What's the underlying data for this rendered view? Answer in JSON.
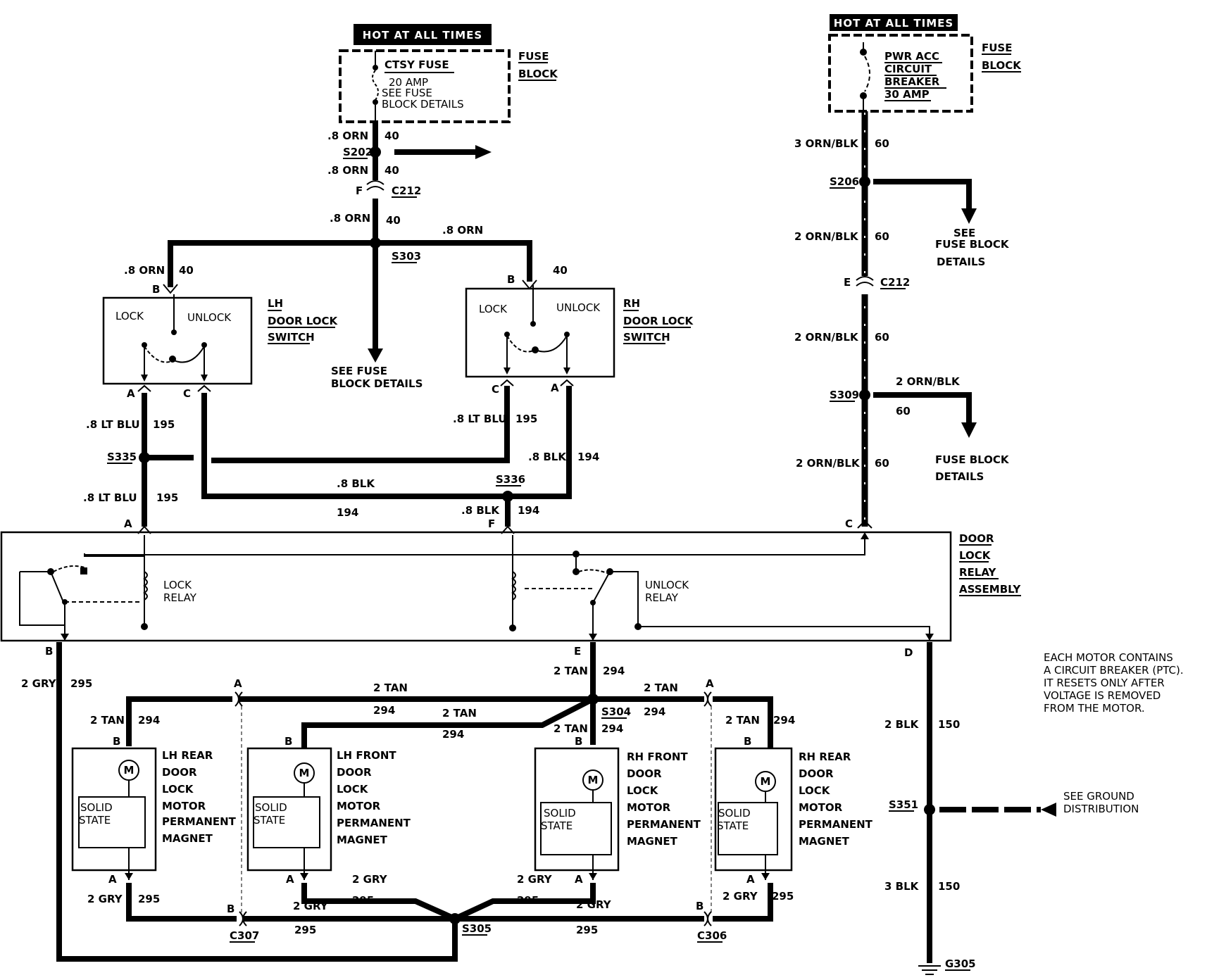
{
  "hot_left": "HOT AT ALL TIMES",
  "hot_right": "HOT AT ALL TIMES",
  "ctsy": {
    "name": "CTSY FUSE",
    "rating": "20 AMP",
    "see1": "SEE FUSE",
    "see2": "BLOCK DETAILS",
    "fuse_block_1": "FUSE",
    "fuse_block_2": "BLOCK"
  },
  "pwr": {
    "l1": "PWR ACC",
    "l2": "CIRCUIT",
    "l3": "BREAKER",
    "l4": "30 AMP",
    "fuse_block_1": "FUSE",
    "fuse_block_2": "BLOCK"
  },
  "top_wires": {
    "w1": ".8 ORN",
    "n1": "40",
    "s202": "S202",
    "w2": ".8 ORN",
    "n2": "40",
    "f": "F",
    "c212": "C212",
    "w3": ".8 ORN",
    "n3": "40",
    "s303": "S303",
    "w4": ".8 ORN",
    "w5": ".8 ORN",
    "n5": "40",
    "b_lh": "B",
    "b_rh": "B",
    "n6": "40",
    "see_fuse_1": "SEE FUSE",
    "see_fuse_2": "BLOCK DETAILS"
  },
  "lh_switch": {
    "lock": "LOCK",
    "unlock": "UNLOCK",
    "t1": "LH",
    "t2": "DOOR LOCK",
    "t3": "SWITCH",
    "a": "A",
    "c": "C"
  },
  "rh_switch": {
    "lock": "LOCK",
    "unlock": "UNLOCK",
    "t1": "RH",
    "t2": "DOOR LOCK",
    "t3": "SWITCH",
    "c": "C",
    "a": "A"
  },
  "mid_wires": {
    "lt_blu_1": ".8 LT BLU",
    "n195_1": "195",
    "s335": "S335",
    "lt_blu_2": ".8 LT BLU",
    "n195_2": "195",
    "rh_lt_blu": ".8 LT BLU",
    "rh_195": "195",
    "blk_1": ".8 BLK",
    "n194_1": "194",
    "blk_2": ".8 BLK",
    "n194_2": "194",
    "s336": "S336",
    "blk_3": ".8 BLK",
    "n194_3": "194",
    "a": "A",
    "f": "F"
  },
  "right_wires": {
    "w1": "3 ORN/BLK",
    "n1": "60",
    "s206": "S206",
    "see1": "SEE",
    "see2": "FUSE BLOCK",
    "see3": "DETAILS",
    "w2": "2 ORN/BLK",
    "n2": "60",
    "e": "E",
    "c212": "C212",
    "w3": "2 ORN/BLK",
    "n3": "60",
    "s309": "S309",
    "w4": "2 ORN/BLK",
    "n4": "60",
    "fb1": "FUSE BLOCK",
    "fb2": "DETAILS",
    "w5": "2 ORN/BLK",
    "n5": "60",
    "c": "C"
  },
  "relay": {
    "lock1": "LOCK",
    "lock2": "RELAY",
    "unlock1": "UNLOCK",
    "unlock2": "RELAY",
    "t1": "DOOR",
    "t2": "LOCK",
    "t3": "RELAY",
    "t4": "ASSEMBLY",
    "b": "B",
    "e": "E",
    "d": "D"
  },
  "bottom_wires": {
    "gry": "2 GRY",
    "n295": "295",
    "tan_e": "2 TAN",
    "n294_e": "294",
    "s304": "S304",
    "tan_a": "2 TAN",
    "n294_a": "294",
    "tan_m": "2 TAN",
    "n294_m": "294",
    "tan_r": "2 TAN",
    "n294_r": "294",
    "tan_lr": "2 TAN",
    "n294_lr": "294",
    "tan_rf": "2 TAN",
    "n294_rf": "294",
    "tan_rr": "2 TAN",
    "n294_rr": "294",
    "a_left": "A",
    "a_right": "A",
    "blk_1": "2 BLK",
    "n150_1": "150",
    "s351": "S351",
    "blk_2": "3 BLK",
    "n150_2": "150",
    "g305": "G305",
    "gnd1": "SEE GROUND",
    "gnd2": "DISTRIBUTION",
    "gry_lr": "2 GRY",
    "n295_lr": "295",
    "gry_lf": "2 GRY",
    "n295_lf": "295",
    "gry_c1": "2 GRY",
    "n295_c1": "295",
    "gry_rf": "2 GRY",
    "n295_rf": "295",
    "gry_c2": "2 GRY",
    "n295_c2": "295",
    "gry_rr": "2 GRY",
    "n295_rr": "295",
    "c307": "C307",
    "s305": "S305",
    "c306": "C306",
    "b_c307": "B",
    "b_c306": "B"
  },
  "motors": [
    {
      "t1": "LH REAR",
      "t2": "DOOR",
      "t3": "LOCK",
      "t4": "MOTOR",
      "t5": "PERMANENT",
      "t6": "MAGNET",
      "ss1": "SOLID",
      "ss2": "STATE",
      "m": "M",
      "b": "B",
      "a": "A"
    },
    {
      "t1": "LH FRONT",
      "t2": "DOOR",
      "t3": "LOCK",
      "t4": "MOTOR",
      "t5": "PERMANENT",
      "t6": "MAGNET",
      "ss1": "SOLID",
      "ss2": "STATE",
      "m": "M",
      "b": "B",
      "a": "A"
    },
    {
      "t1": "RH FRONT",
      "t2": "DOOR",
      "t3": "LOCK",
      "t4": "MOTOR",
      "t5": "PERMANENT",
      "t6": "MAGNET",
      "ss1": "SOLID",
      "ss2": "STATE",
      "m": "M",
      "b": "B",
      "a": "A"
    },
    {
      "t1": "RH REAR",
      "t2": "DOOR",
      "t3": "LOCK",
      "t4": "MOTOR",
      "t5": "PERMANENT",
      "t6": "MAGNET",
      "ss1": "SOLID",
      "ss2": "STATE",
      "m": "M",
      "b": "B",
      "a": "A"
    }
  ],
  "note": [
    "EACH MOTOR CONTAINS",
    "A CIRCUIT BREAKER (PTC).",
    "IT RESETS ONLY AFTER",
    "VOLTAGE  IS REMOVED",
    "FROM THE MOTOR."
  ]
}
